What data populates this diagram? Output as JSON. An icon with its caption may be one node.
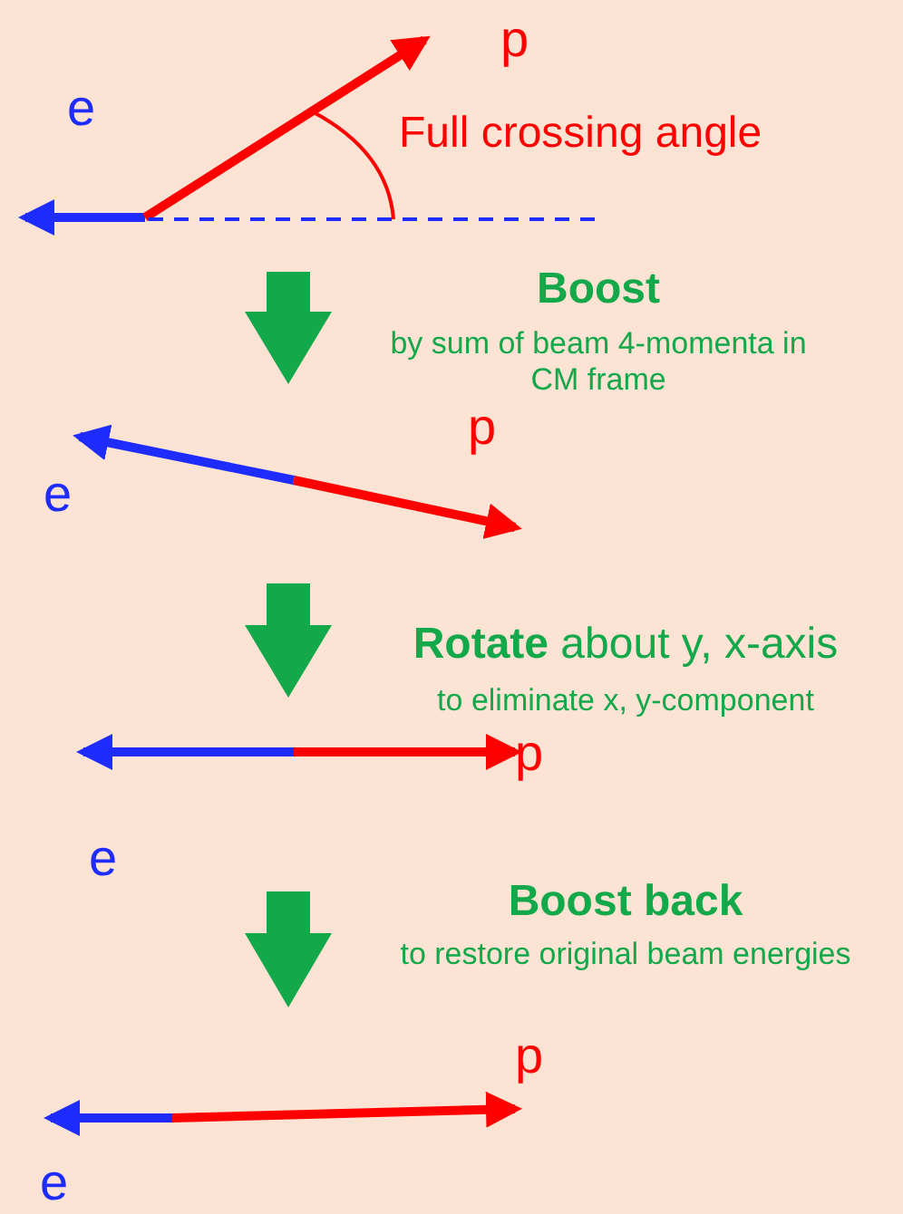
{
  "diagram": {
    "labels": [
      "p",
      "e",
      "Full crossing angle",
      "Boost",
      "by sum of beam 4-momenta in CM frame",
      "p",
      "e",
      "**Rotate** about y, x-axis",
      "to eliminate x, y-component",
      "p",
      "e",
      "Boost back",
      "to restore original beam energies",
      "p",
      "e"
    ]
  }
}
